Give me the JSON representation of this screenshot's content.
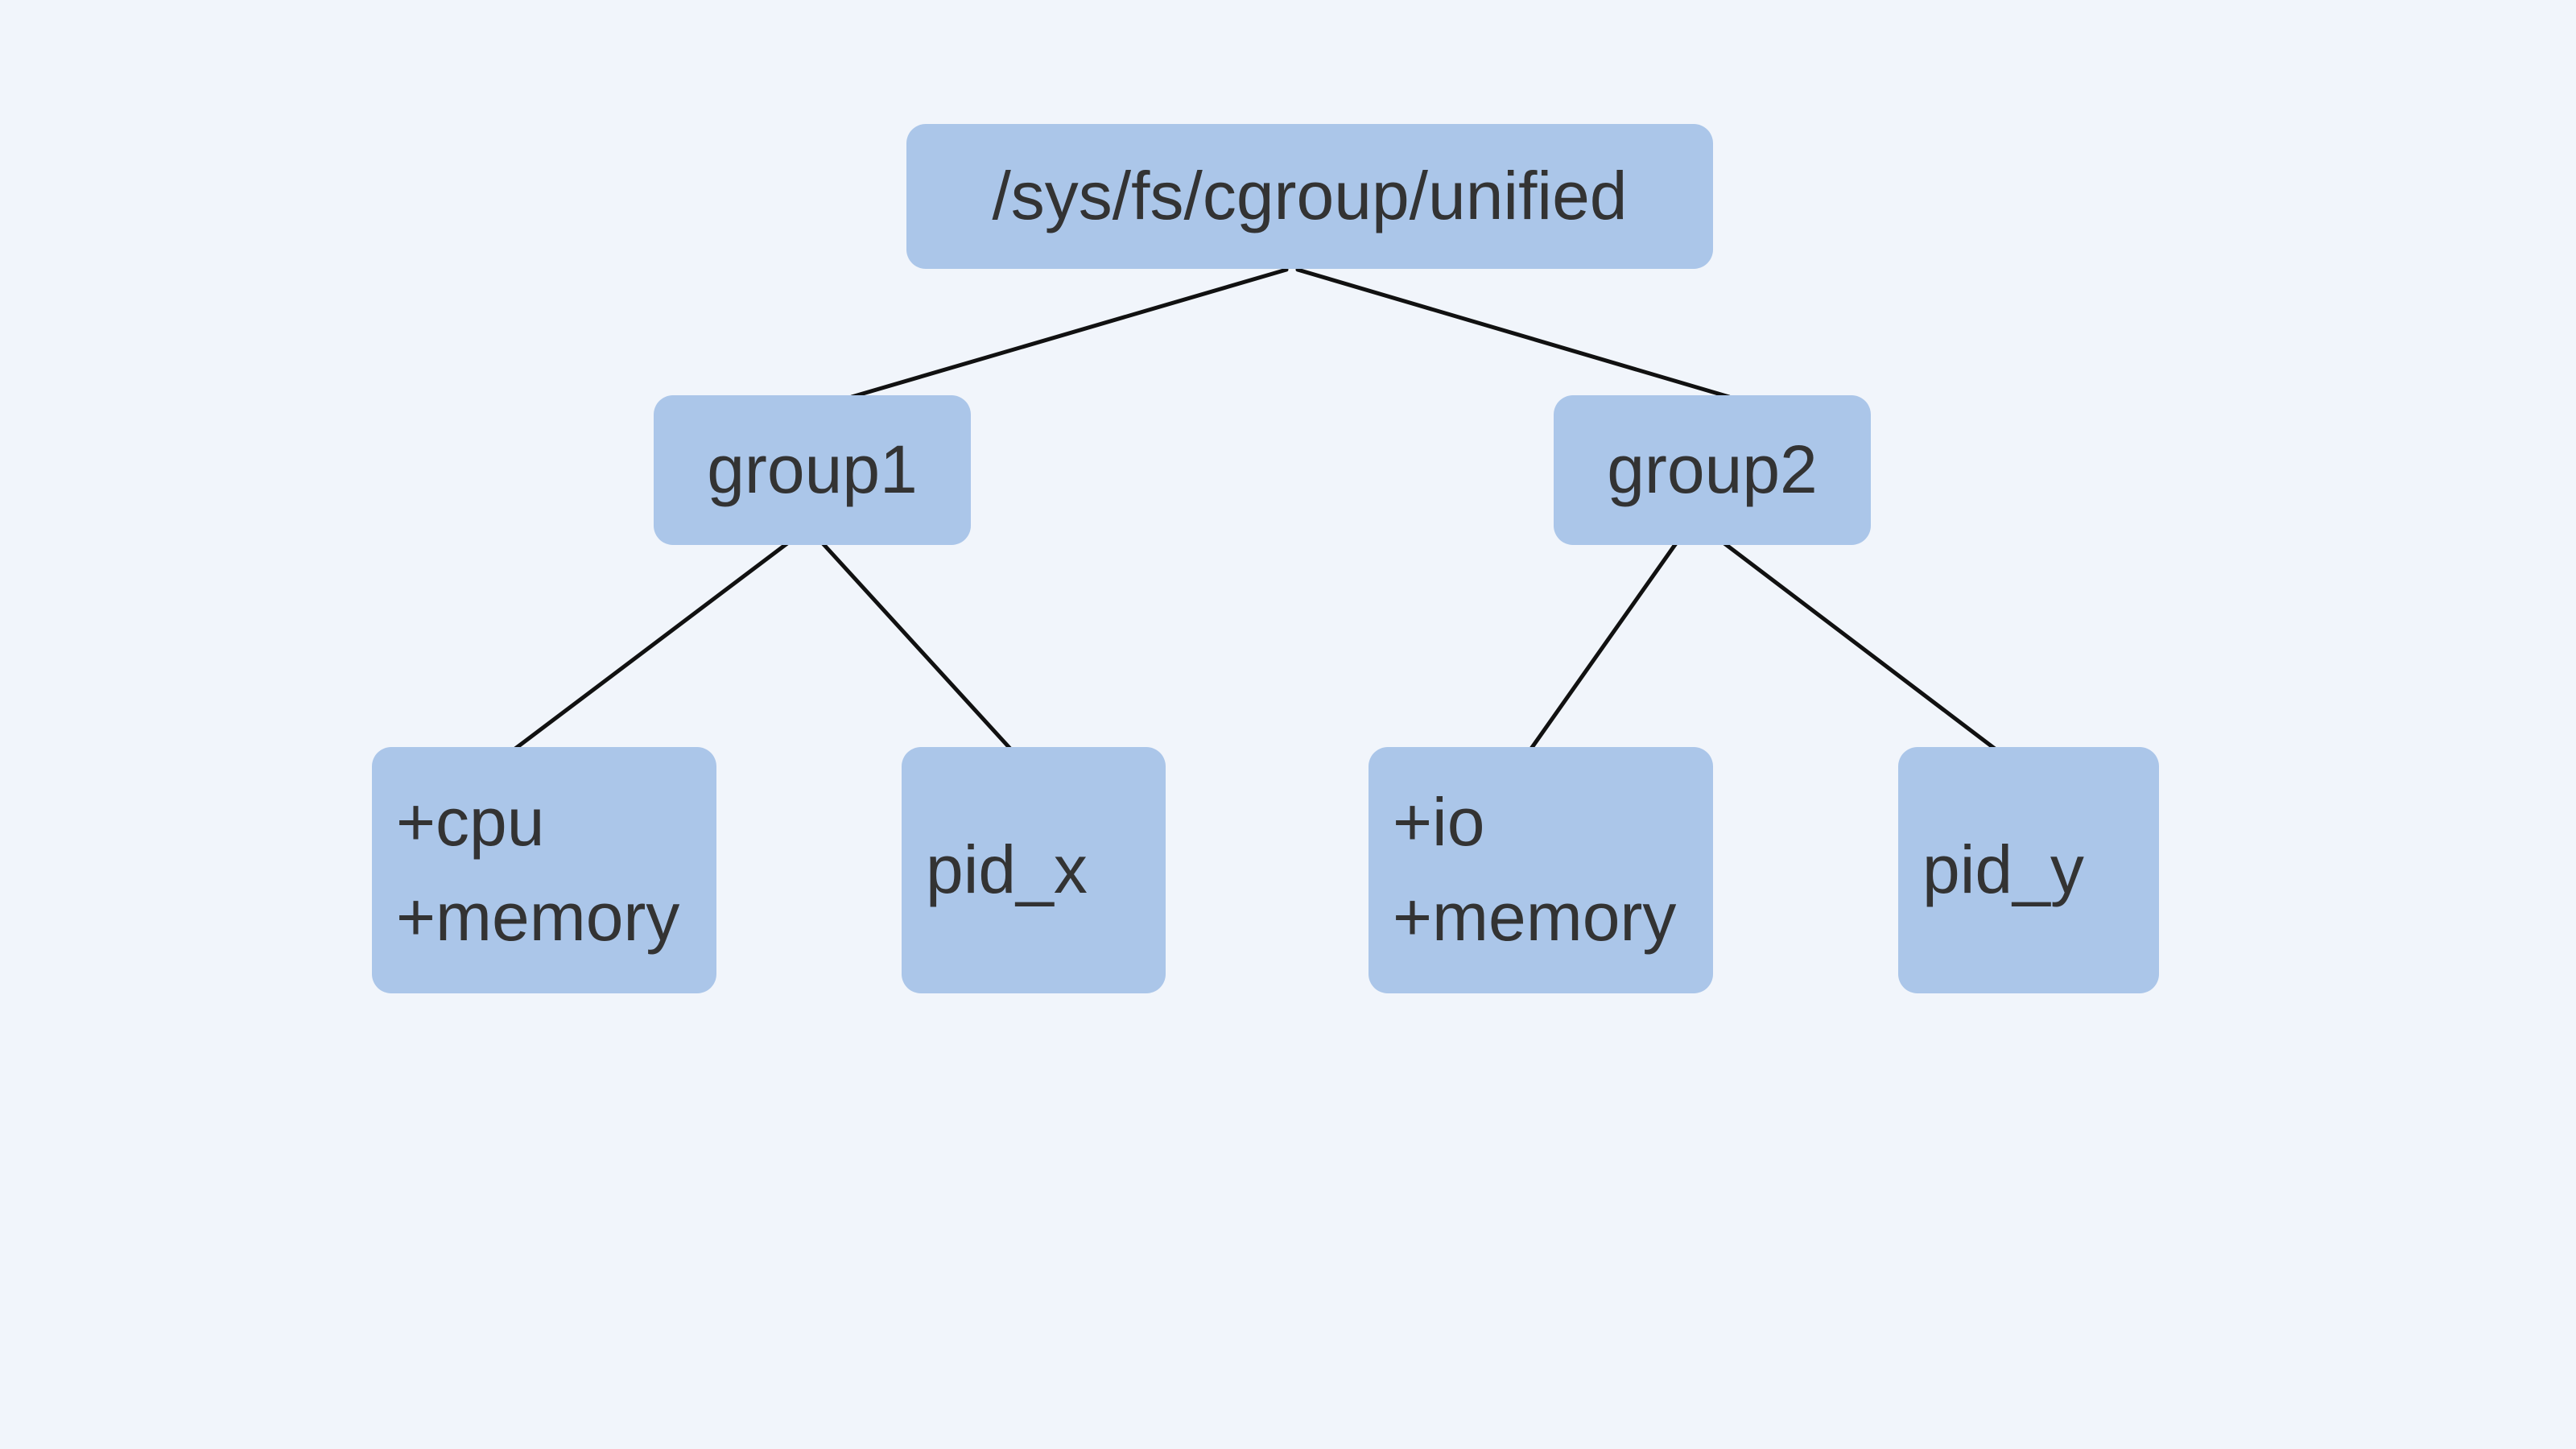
{
  "diagram": {
    "colors": {
      "background": "#f1f5fb",
      "node_fill": "#abc6e9",
      "node_text": "#333333",
      "edge_line": "#111111"
    },
    "nodes": {
      "root": {
        "label": "/sys/fs/cgroup/unified"
      },
      "group1": {
        "label": "group1"
      },
      "group2": {
        "label": "group2"
      },
      "group1_controllers": {
        "lines": [
          "+cpu",
          "+memory"
        ]
      },
      "group1_pid": {
        "label": "pid_x"
      },
      "group2_controllers": {
        "lines": [
          "+io",
          "+memory"
        ]
      },
      "group2_pid": {
        "label": "pid_y"
      }
    },
    "edges": [
      {
        "from": "root",
        "to": "group1"
      },
      {
        "from": "root",
        "to": "group2"
      },
      {
        "from": "group1",
        "to": "group1_controllers"
      },
      {
        "from": "group1",
        "to": "group1_pid"
      },
      {
        "from": "group2",
        "to": "group2_controllers"
      },
      {
        "from": "group2",
        "to": "group2_pid"
      }
    ]
  }
}
